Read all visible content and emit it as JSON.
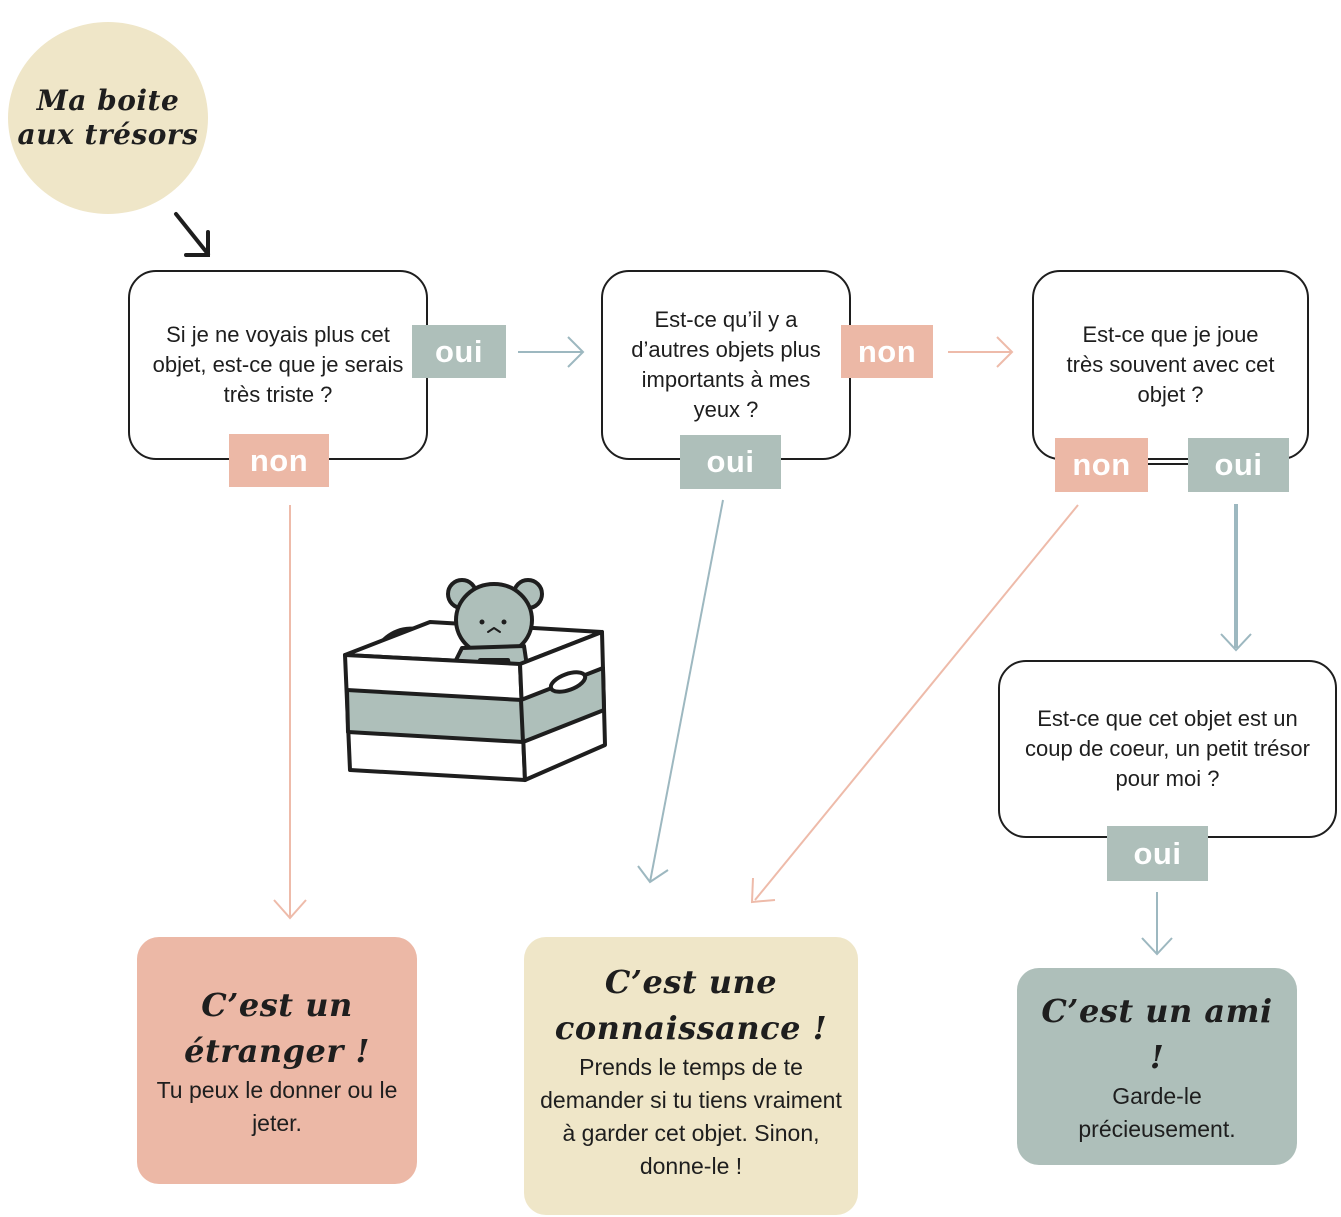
{
  "start": {
    "title_line1": "Ma boite",
    "title_line2": "aux trésors"
  },
  "questions": {
    "q1": "Si je ne voyais plus cet objet, est-ce que je serais très triste ?",
    "q2": "Est-ce qu’il y a d’autres objets plus importants à mes yeux ?",
    "q3": "Est-ce que je joue très souvent avec cet objet ?",
    "q4": "Est-ce que cet objet est un coup de coeur, un petit trésor pour moi ?"
  },
  "answers": {
    "q1_yes": "oui",
    "q1_no": "non",
    "q2_no": "non",
    "q2_yes": "oui",
    "q3_no": "non",
    "q3_yes": "oui",
    "q4_yes": "oui"
  },
  "results": {
    "stranger": {
      "title_line1": "C’est un",
      "title_line2": "étranger !",
      "text": "Tu peux le donner ou le jeter."
    },
    "acquaintance": {
      "title_line1": "C’est une",
      "title_line2": "connaissance !",
      "text": "Prends le temps de te demander si tu tiens vraiment à garder cet objet. Sinon, donne-le !"
    },
    "friend": {
      "title": "C’est un ami !",
      "text": "Garde-le précieusement."
    }
  },
  "colors": {
    "oui": "#aebfba",
    "non": "#ecb8a6",
    "stranger_bg": "#ecb8a6",
    "acquaintance_bg": "#efe6c8",
    "friend_bg": "#aebfba",
    "start_bg": "#efe6c8",
    "arrow_blue": "#9db8c0",
    "arrow_pink": "#eebbaa"
  },
  "illustration": {
    "icon": "teddy-bear-in-box-icon"
  }
}
